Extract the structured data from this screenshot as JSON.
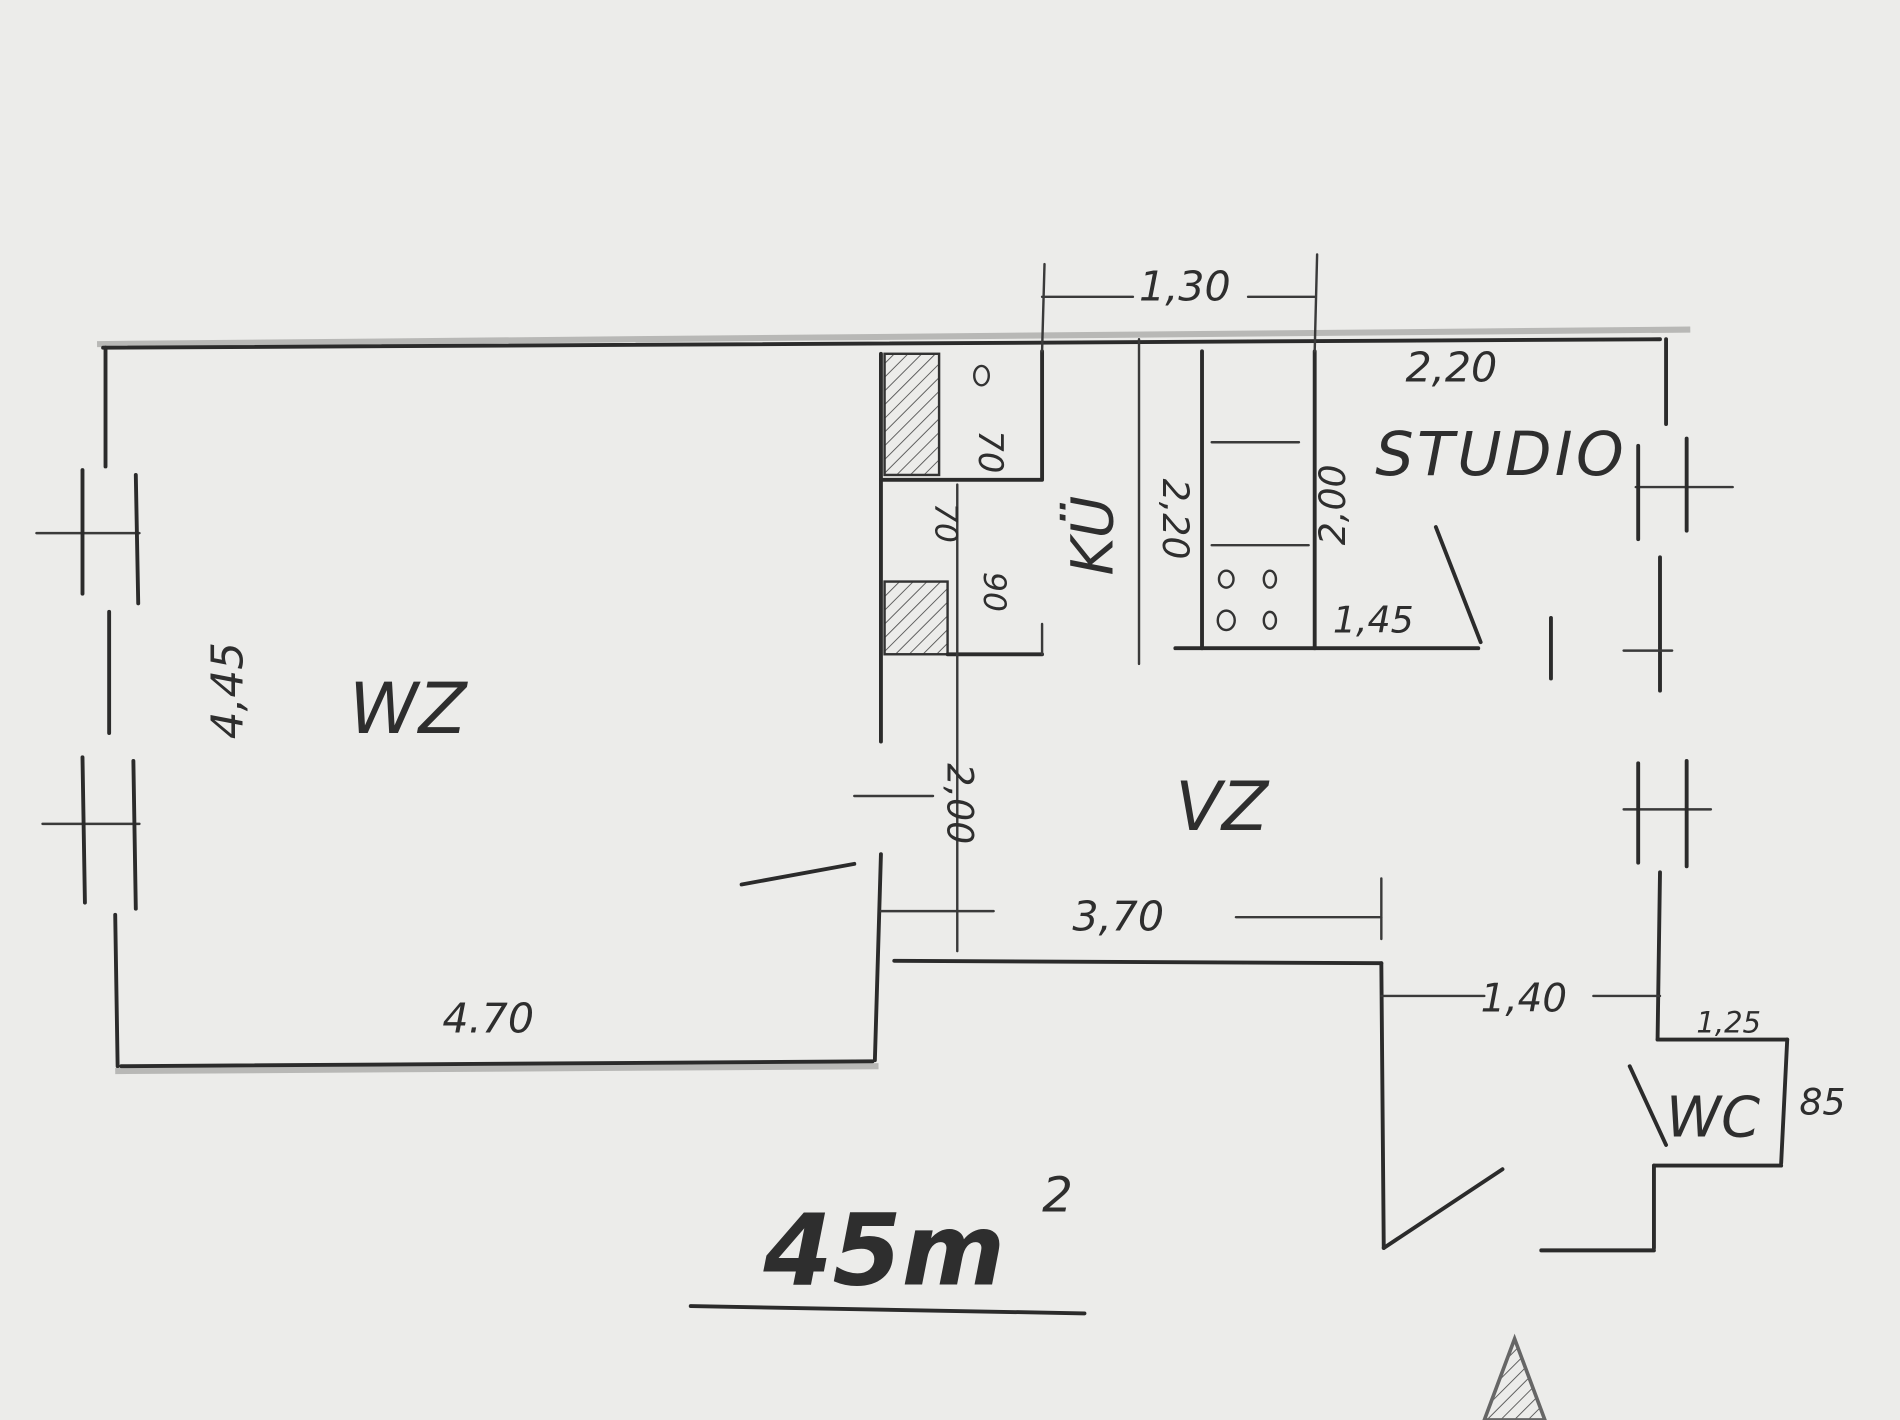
{
  "plan": {
    "total_area": "45m",
    "total_area_sup": "2",
    "rooms": {
      "living": "WZ",
      "hall": "VZ",
      "kitchen": "KÜ",
      "studio": "STUDIO",
      "wc": "WC"
    },
    "dimensions": {
      "living_height": "4,45",
      "living_width": "4.70",
      "hall_width": "3,70",
      "hall_depth": "2,00",
      "kitchen_width": "1,30",
      "kitchen_length": "2,20",
      "studio_width": "2,20",
      "studio_depth": "2,00",
      "studio_bottom": "1,45",
      "bath_upper": "70",
      "bath_mid": "70",
      "bath_lower": "90",
      "corridor": "1,40",
      "wc_width": "1,25",
      "wc_depth": "85"
    }
  }
}
